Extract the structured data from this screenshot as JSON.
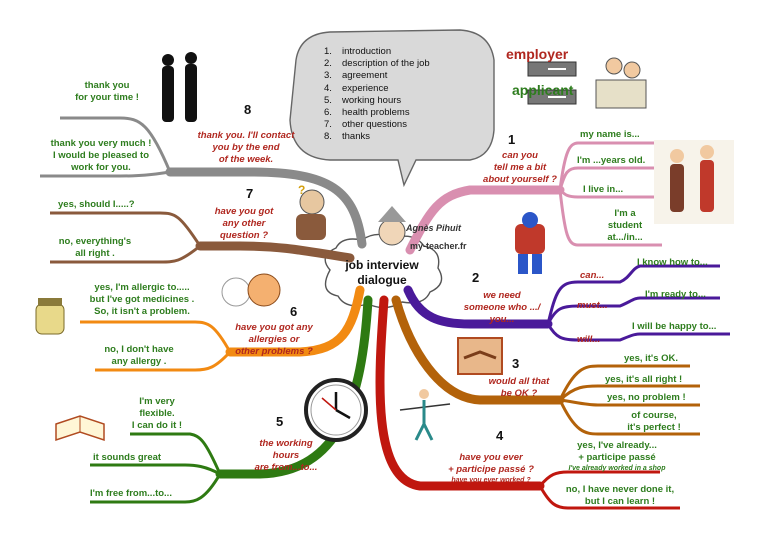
{
  "center": {
    "title_line1": "job interview",
    "title_line2": "dialogue"
  },
  "author": {
    "name": "Agnès Pihuit",
    "site": "my-teacher.fr"
  },
  "bubble": {
    "items": [
      {
        "n": "1.",
        "text": "introduction"
      },
      {
        "n": "2.",
        "text": "description of the job"
      },
      {
        "n": "3.",
        "text": "agreement"
      },
      {
        "n": "4.",
        "text": "experience"
      },
      {
        "n": "5.",
        "text": "working hours"
      },
      {
        "n": "6.",
        "text": "health problems"
      },
      {
        "n": "7.",
        "text": "other questions"
      },
      {
        "n": "8.",
        "text": "thanks"
      }
    ]
  },
  "legend": {
    "employer": "employer",
    "applicant": "applicant"
  },
  "branches": {
    "b1": {
      "num": "1",
      "q1": "can you",
      "q2": "tell me a bit",
      "q3": "about yourself ?",
      "a1": "my name is...",
      "a2": "I'm ...years old.",
      "a3": "I live  in...",
      "a4_1": "I'm a",
      "a4_2": "student",
      "a4_3": "at.../in..."
    },
    "b2": {
      "num": "2",
      "q1": "we need",
      "q2": "someone who .../",
      "q3": "you...",
      "m1": "can...",
      "m2": "must...",
      "m3": "will...",
      "a1": "I know how to...",
      "a2": "I'm ready to...",
      "a3": "I will be happy to..."
    },
    "b3": {
      "num": "3",
      "q1": "would all that",
      "q2": "be OK ?",
      "a1": "yes, it's OK.",
      "a2": "yes, it's all right !",
      "a3": "yes, no problem !",
      "a4_1": "of course,",
      "a4_2": "it's perfect  !"
    },
    "b4": {
      "num": "4",
      "q1": "have you ever",
      "q2": "+ participe passé ?",
      "q3": "have you ever worked ?",
      "a1_1": "yes, I've  already...",
      "a1_2": "+ participe passé",
      "a1_3": "I've already worked in a shop",
      "a2_1": "no, I have  never  done it,",
      "a2_2": "but I can learn  !"
    },
    "b5": {
      "num": "5",
      "q1": "the working",
      "q2": "hours",
      "q3": "are from...to...",
      "a1_1": "I'm very",
      "a1_2": "flexible.",
      "a1_3": "I can do it !",
      "a2": "it sounds  great",
      "a3": "I'm free  from...to..."
    },
    "b6": {
      "num": "6",
      "q1": "have you got any",
      "q2": "allergies or",
      "q3": "other problems ?",
      "a1_1": "yes, I'm allergic  to.....",
      "a1_2": "but I've  got medicines .",
      "a1_3": "So, it isn't a problem.",
      "a2_1": "no, I don't  have",
      "a2_2": "any allergy ."
    },
    "b7": {
      "num": "7",
      "q1": "have you got",
      "q2": "any other",
      "q3": "question ?",
      "a1": "yes, should  I.....?",
      "a2_1": "no, everything's",
      "a2_2": "all right ."
    },
    "b8": {
      "num": "8",
      "q1": "thank you. I'll contact",
      "q2": "you by the end",
      "q3": "of the week.",
      "a1_1": "thank you",
      "a1_2": "for your time !",
      "a2_1": "thank you very  much !",
      "a2_2": "I would be pleased  to",
      "a2_3": "work for  you."
    }
  },
  "colors": {
    "pink": "#d98fb0",
    "purple": "#4a1a9a",
    "orange_brown": "#b3620a",
    "red": "#c0170f",
    "green": "#2e7a12",
    "orange": "#f28a12",
    "brown": "#8a5a3c",
    "gray": "#8a8a8a",
    "answer_green": "#2e7d1e",
    "question_red": "#b0271f"
  }
}
